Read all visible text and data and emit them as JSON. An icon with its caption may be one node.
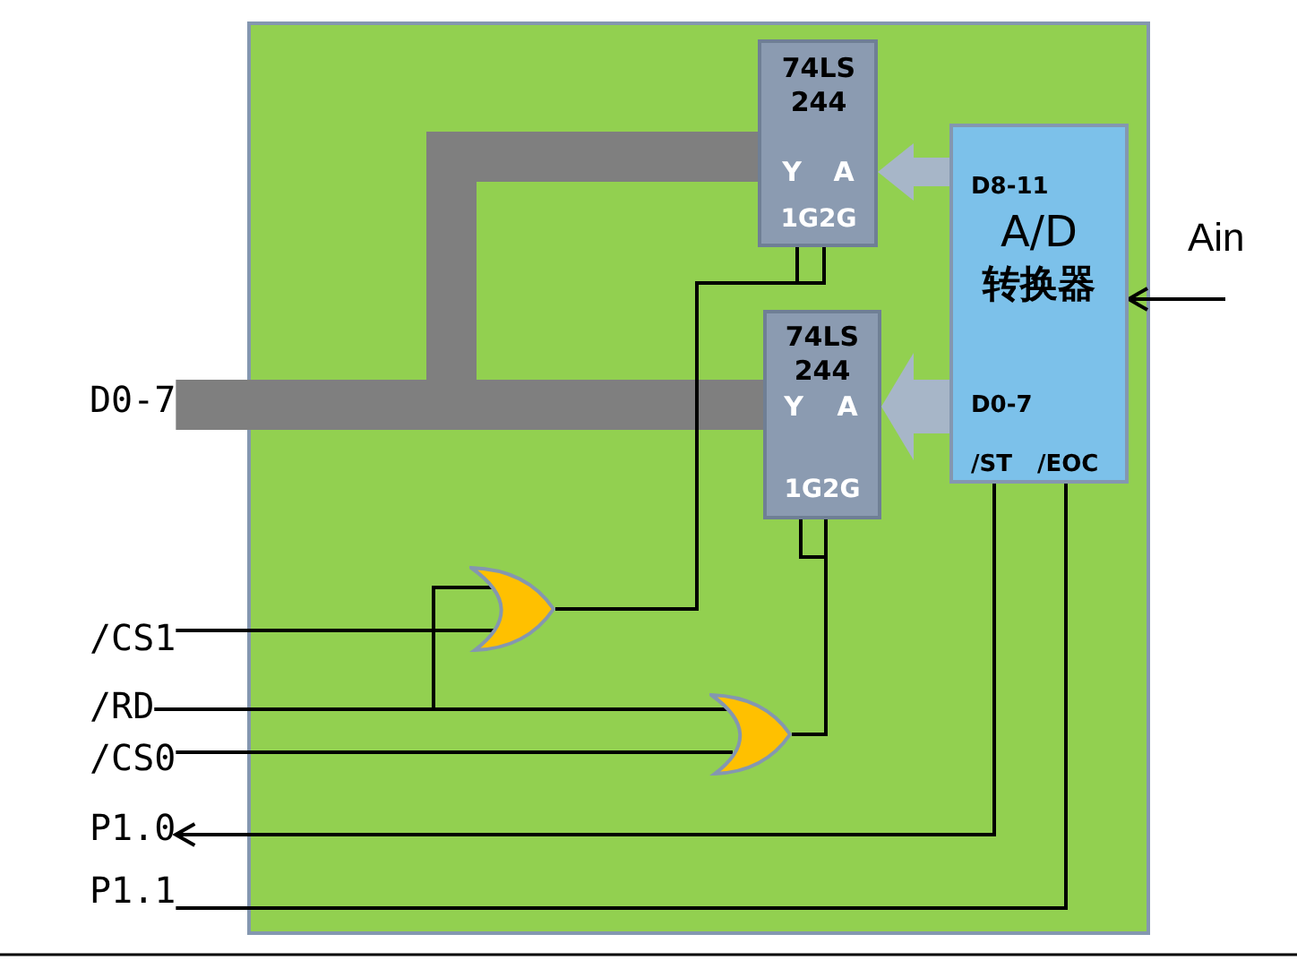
{
  "diagram": {
    "nodes": [
      {
        "text": [
          "74LS 244",
          "Y",
          "A",
          "1G2G"
        ]
      },
      {
        "text": [
          "D8-11",
          "A/D",
          "转换器",
          "D0-7",
          "/ST",
          "/EOC"
        ]
      },
      {
        "text": [
          "74LS 244",
          "Y",
          "A",
          "1G2G"
        ]
      },
      {
        "text": [
          "D0-7"
        ]
      },
      {
        "text": [],
        "shape": "gate"
      },
      {
        "text": [
          "/CS1"
        ]
      },
      {
        "text": [
          "/RD"
        ]
      },
      {
        "text": [],
        "shape": "gate"
      },
      {
        "text": [
          "/CS0"
        ]
      },
      {
        "text": [
          "P1.0"
        ]
      },
      {
        "text": [
          "P1.1"
        ]
      }
    ],
    "edges": [
      {
        "from": 3,
        "to": 0,
        "arrow": "none",
        "style": "thick",
        "color": "#7f7f7f"
      },
      {
        "from": 3,
        "to": 2,
        "arrow": "none",
        "style": "thick",
        "color": "#7f7f7f"
      },
      {
        "from": 1,
        "to": 0,
        "arrow": "to",
        "style": "thick",
        "color": "#a7b6c8"
      },
      {
        "from": 1,
        "to": 2,
        "arrow": "to",
        "style": "thick",
        "color": "#a7b6c8"
      },
      {
        "from": null,
        "to": 1,
        "arrow": "to",
        "label": "Ain"
      },
      {
        "from": 5,
        "to": 4,
        "arrow": "none"
      },
      {
        "from": 6,
        "to": 4,
        "arrow": "none"
      },
      {
        "from": 6,
        "to": 7,
        "arrow": "none"
      },
      {
        "from": 8,
        "to": 7,
        "arrow": "none"
      },
      {
        "from": 4,
        "to": 0,
        "arrow": "none"
      },
      {
        "from": 7,
        "to": 2,
        "arrow": "none"
      },
      {
        "from": 1,
        "to": 9,
        "arrow": "to"
      },
      {
        "from": 10,
        "to": 1,
        "arrow": "none"
      }
    ]
  }
}
